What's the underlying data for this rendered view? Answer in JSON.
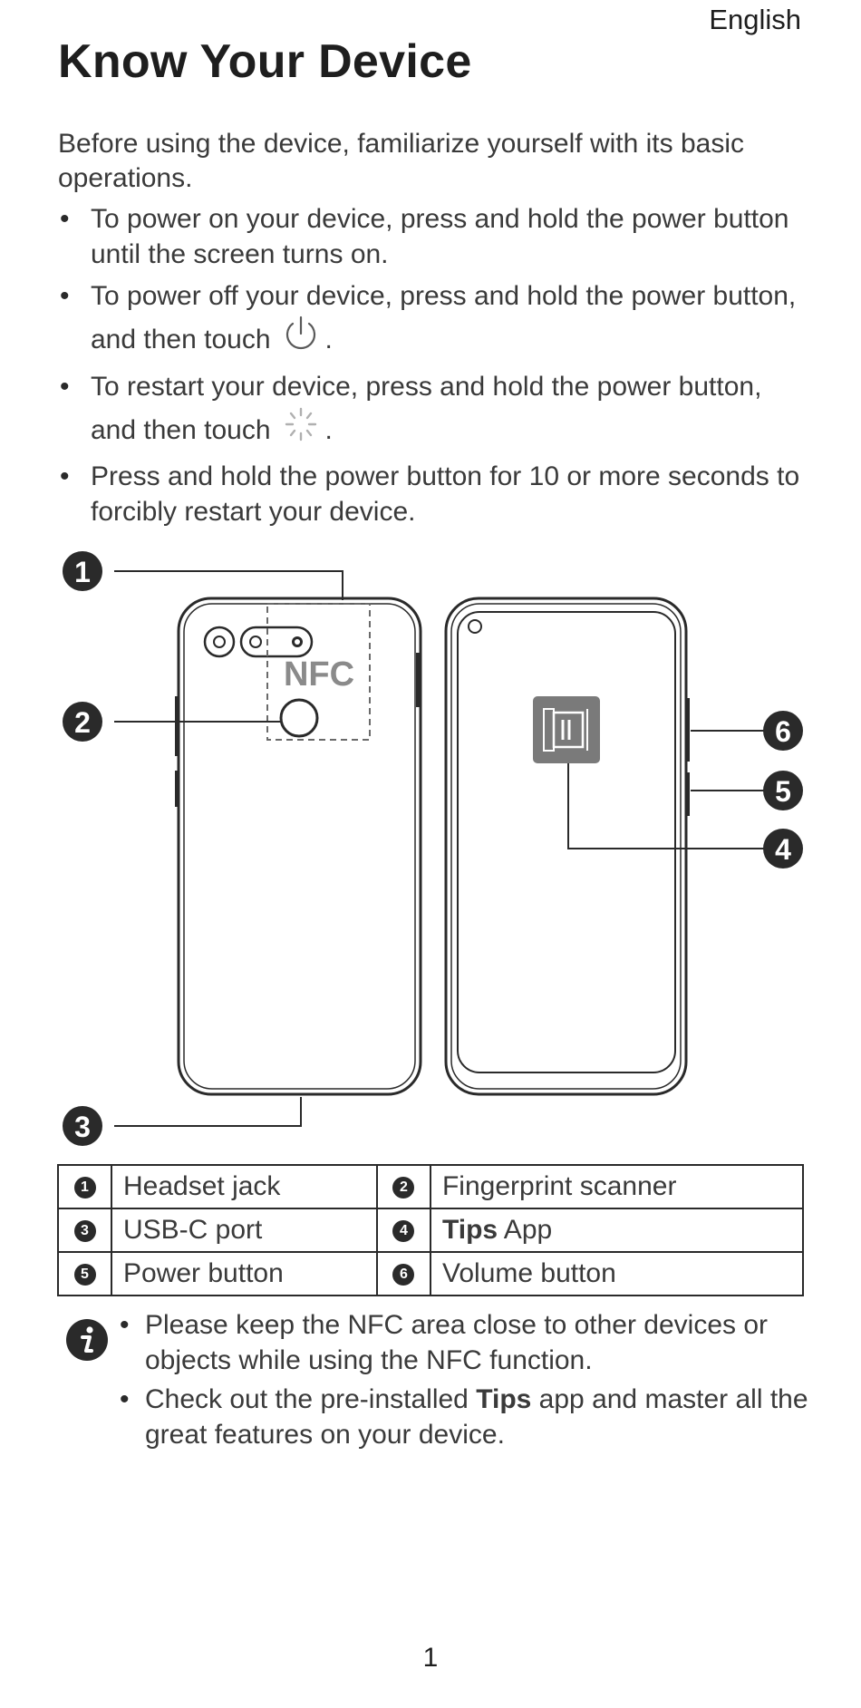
{
  "header": {
    "language": "English",
    "title": "Know Your Device"
  },
  "intro": "Before using the device, familiarize yourself with its basic operations.",
  "bullets": [
    "To power on your device, press and hold the power button until the screen turns on.",
    "To power off your device, press and hold the power button, and then touch",
    "To restart your device, press and hold the power button, and then touch",
    "Press and hold the power button for 10 or more seconds to forcibly restart your device."
  ],
  "bullet_trailing": ".",
  "bullet_icons": [
    "power-icon",
    "restart-icon"
  ],
  "diagram": {
    "nfc_label": "NFC",
    "callouts": [
      "1",
      "2",
      "3",
      "4",
      "5",
      "6"
    ]
  },
  "parts_table": [
    [
      {
        "num": "1",
        "label": "Headset jack"
      },
      {
        "num": "2",
        "label": "Fingerprint scanner"
      }
    ],
    [
      {
        "num": "3",
        "label": "USB-C port"
      },
      {
        "num": "4",
        "label_bold": "Tips",
        "label_rest": " App"
      }
    ],
    [
      {
        "num": "5",
        "label": "Power button"
      },
      {
        "num": "6",
        "label": "Volume button"
      }
    ]
  ],
  "notes": {
    "icon": "info-icon",
    "item1": "Please keep the NFC area close to other devices or objects while using the NFC function.",
    "item2_before": "Check out the pre-installed ",
    "item2_bold": "Tips",
    "item2_after": " app and master all the great features on your device."
  },
  "page_number": "1"
}
